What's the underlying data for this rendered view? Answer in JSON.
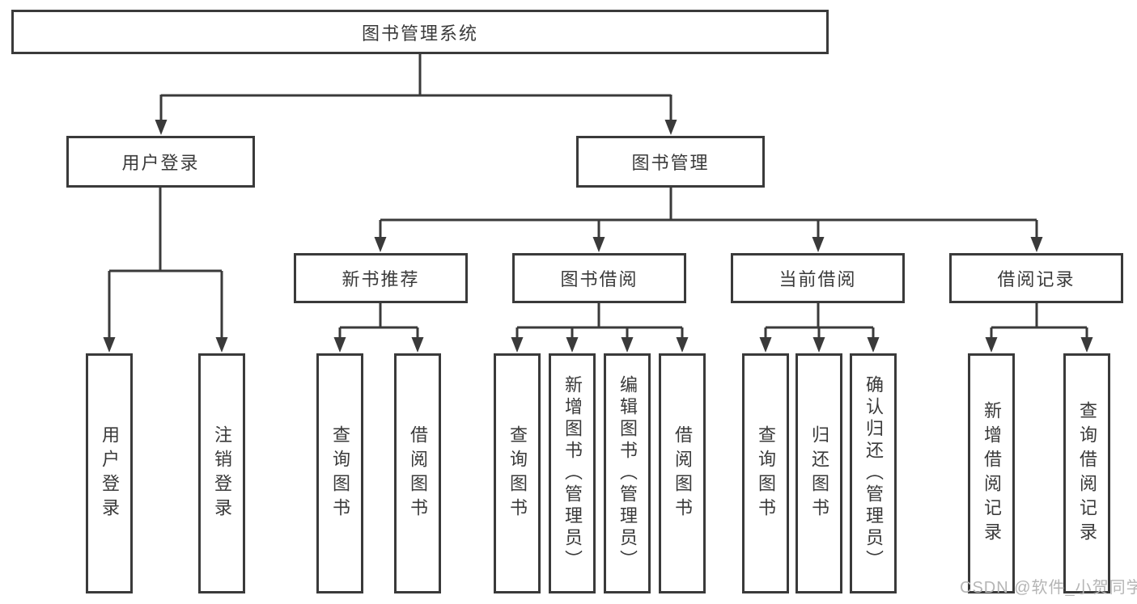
{
  "colors": {
    "line": "#3a3a3a",
    "text": "#3a3a3a",
    "box_background": "#ffffff",
    "watermark": "#b5b5b5",
    "page_background": "#ffffff"
  },
  "diagram": {
    "root": "图书管理系统",
    "level2": [
      {
        "label": "用户登录",
        "children": [
          "用户登录",
          "注销登录"
        ]
      },
      {
        "label": "图书管理",
        "sections": [
          {
            "label": "新书推荐",
            "children": [
              "查询图书",
              "借阅图书"
            ]
          },
          {
            "label": "图书借阅",
            "children": [
              "查询图书",
              "新增图书（管理员）",
              "编辑图书（管理员）",
              "借阅图书"
            ]
          },
          {
            "label": "当前借阅",
            "children": [
              "查询图书",
              "归还图书",
              "确认归还（管理员）"
            ]
          },
          {
            "label": "借阅记录",
            "children": [
              "新增借阅记录",
              "查询借阅记录"
            ]
          }
        ]
      }
    ]
  },
  "watermark": "CSDN @软件_小贺同学"
}
